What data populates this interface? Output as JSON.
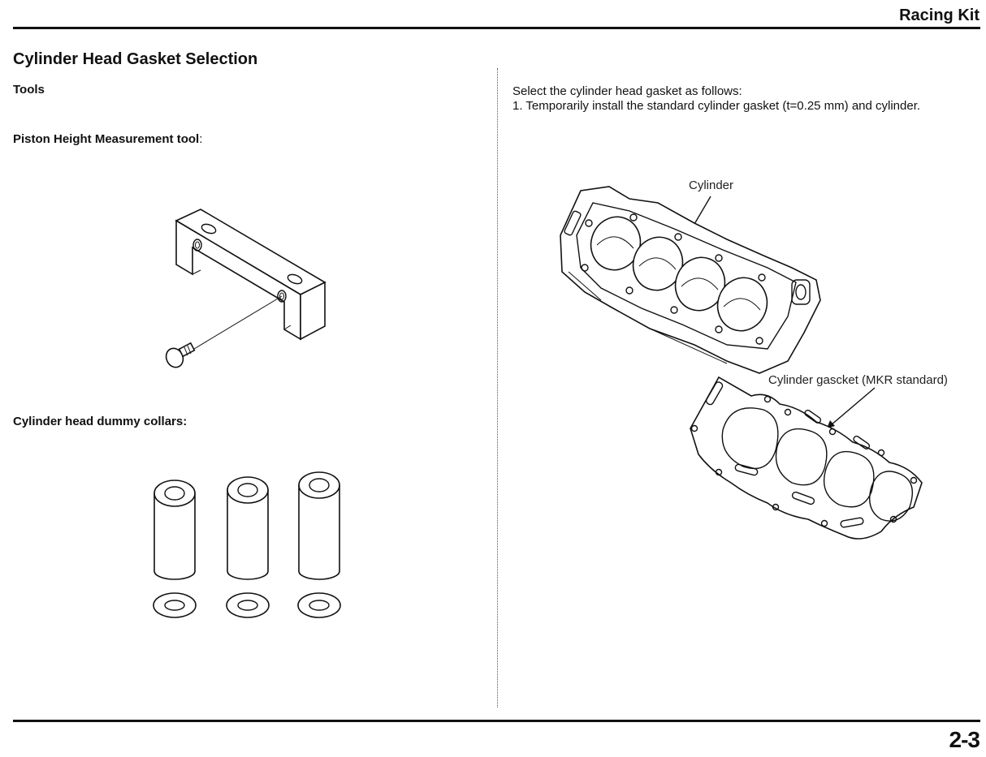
{
  "header": {
    "title": "Racing Kit",
    "page_number": "2-3"
  },
  "left": {
    "section_title": "Cylinder Head Gasket Selection",
    "tools_label": "Tools",
    "piston_tool_label": "Piston Height Measurement tool",
    "piston_tool_colon": ":",
    "collars_label": "Cylinder head dummy collars:"
  },
  "right": {
    "intro_line": "Select the cylinder head gasket as follows:",
    "step_1": "1. Temporarily install the standard cylinder gasket (t=0.25 mm) and cylinder.",
    "callout_cylinder": "Cylinder",
    "callout_gasket": "Cylinder gascket (MKR standard)"
  }
}
